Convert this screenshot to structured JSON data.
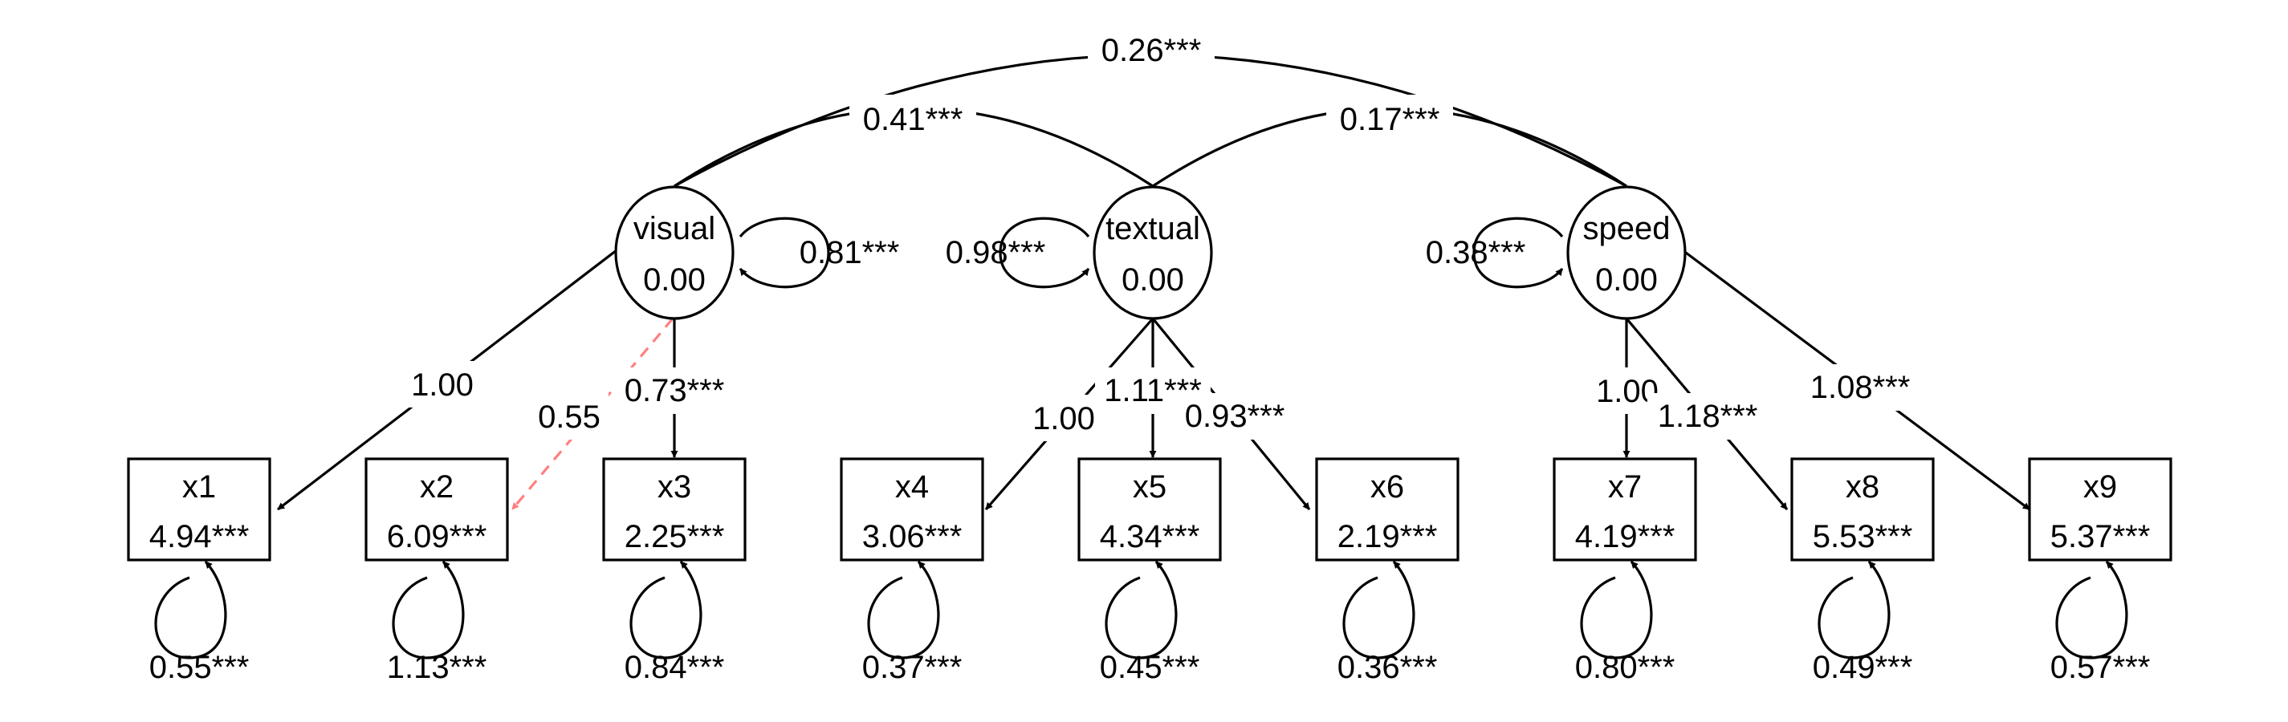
{
  "latents": [
    {
      "id": "visual",
      "name": "visual",
      "value": "0.00",
      "variance": "0.81***"
    },
    {
      "id": "textual",
      "name": "textual",
      "value": "0.00",
      "variance": "0.98***"
    },
    {
      "id": "speed",
      "name": "speed",
      "value": "0.00",
      "variance": "0.38***"
    }
  ],
  "indicators": [
    {
      "id": "x1",
      "name": "x1",
      "value": "4.94***",
      "residual": "0.55***"
    },
    {
      "id": "x2",
      "name": "x2",
      "value": "6.09***",
      "residual": "1.13***"
    },
    {
      "id": "x3",
      "name": "x3",
      "value": "2.25***",
      "residual": "0.84***"
    },
    {
      "id": "x4",
      "name": "x4",
      "value": "3.06***",
      "residual": "0.37***"
    },
    {
      "id": "x5",
      "name": "x5",
      "value": "4.34***",
      "residual": "0.45***"
    },
    {
      "id": "x6",
      "name": "x6",
      "value": "2.19***",
      "residual": "0.36***"
    },
    {
      "id": "x7",
      "name": "x7",
      "value": "4.19***",
      "residual": "0.80***"
    },
    {
      "id": "x8",
      "name": "x8",
      "value": "5.53***",
      "residual": "0.49***"
    },
    {
      "id": "x9",
      "name": "x9",
      "value": "5.37***",
      "residual": "0.57***"
    }
  ],
  "loadings": [
    {
      "from": "visual",
      "to": "x1",
      "label": "1.00",
      "style": "solid"
    },
    {
      "from": "visual",
      "to": "x2",
      "label": "0.55",
      "style": "dashed-nonsignificant"
    },
    {
      "from": "visual",
      "to": "x3",
      "label": "0.73***",
      "style": "solid"
    },
    {
      "from": "textual",
      "to": "x4",
      "label": "1.00",
      "style": "solid"
    },
    {
      "from": "textual",
      "to": "x5",
      "label": "1.11***",
      "style": "solid"
    },
    {
      "from": "textual",
      "to": "x6",
      "label": "0.93***",
      "style": "solid"
    },
    {
      "from": "speed",
      "to": "x7",
      "label": "1.00",
      "style": "solid"
    },
    {
      "from": "speed",
      "to": "x8",
      "label": "1.18***",
      "style": "solid"
    },
    {
      "from": "speed",
      "to": "x9",
      "label": "1.08***",
      "style": "solid"
    }
  ],
  "covariances": [
    {
      "a": "visual",
      "b": "speed",
      "label": "0.26***"
    },
    {
      "a": "visual",
      "b": "textual",
      "label": "0.41***"
    },
    {
      "a": "textual",
      "b": "speed",
      "label": "0.17***"
    }
  ],
  "colors": {
    "line": "#000000",
    "nonsignificant": "#ff7f7f",
    "background": "#ffffff"
  }
}
